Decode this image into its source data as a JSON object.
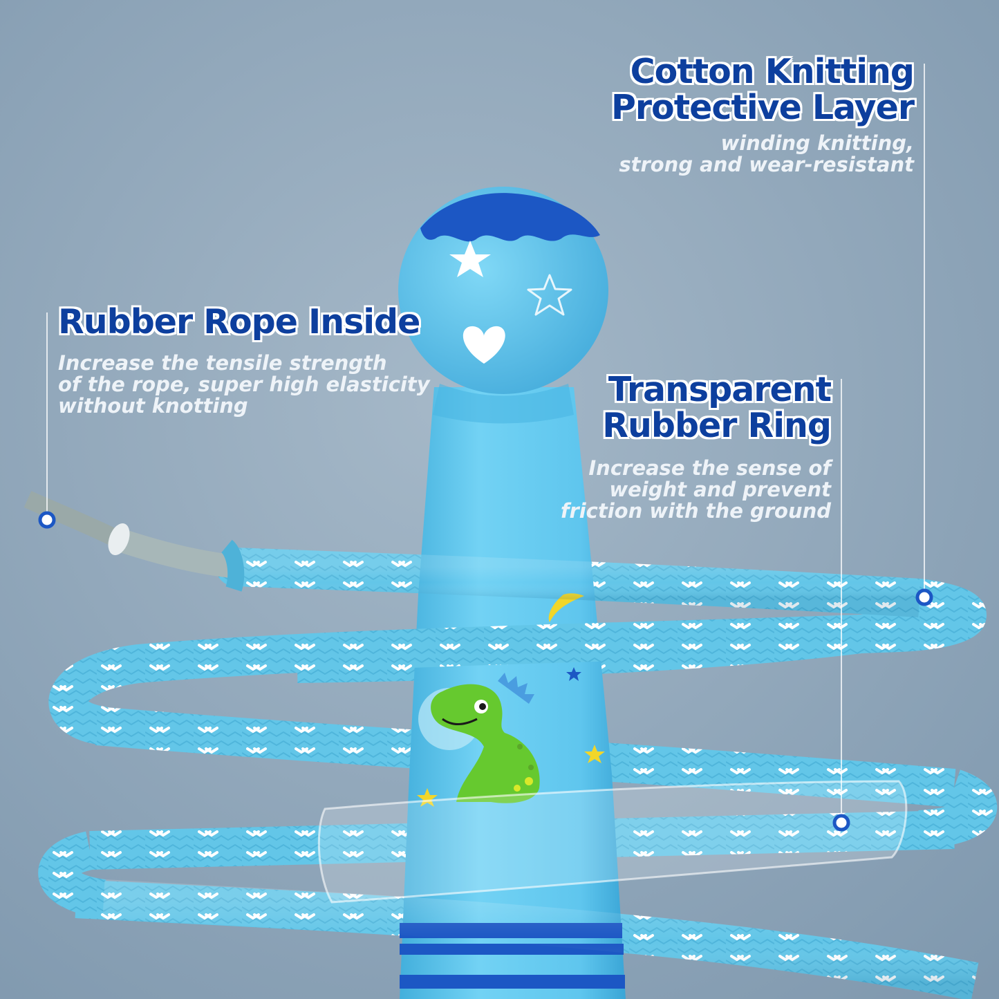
{
  "callouts": {
    "rubber_rope": {
      "title": "Rubber Rope Inside",
      "desc_lines": [
        "Increase the tensile strength",
        "of the rope, super high elasticity",
        "without knotting"
      ]
    },
    "cotton_layer": {
      "title_lines": [
        "Cotton Knitting",
        "Protective Layer"
      ],
      "desc_lines": [
        "winding knitting,",
        "strong and wear-resistant"
      ]
    },
    "rubber_ring": {
      "title_lines": [
        "Transparent",
        "Rubber Ring"
      ],
      "desc_lines": [
        "Increase the sense of",
        "weight and prevent",
        "friction with the ground"
      ]
    }
  },
  "colors": {
    "background": "#93a9bb",
    "title": "#0d3f9e",
    "rope": "#62c4e6",
    "handle": "#5cc4ec",
    "handle_cap": "#1c57c4",
    "dinosaur": "#66c92f"
  },
  "icons": [
    "star-icon",
    "star-outline-icon",
    "heart-icon",
    "moon-icon",
    "dinosaur-icon"
  ]
}
